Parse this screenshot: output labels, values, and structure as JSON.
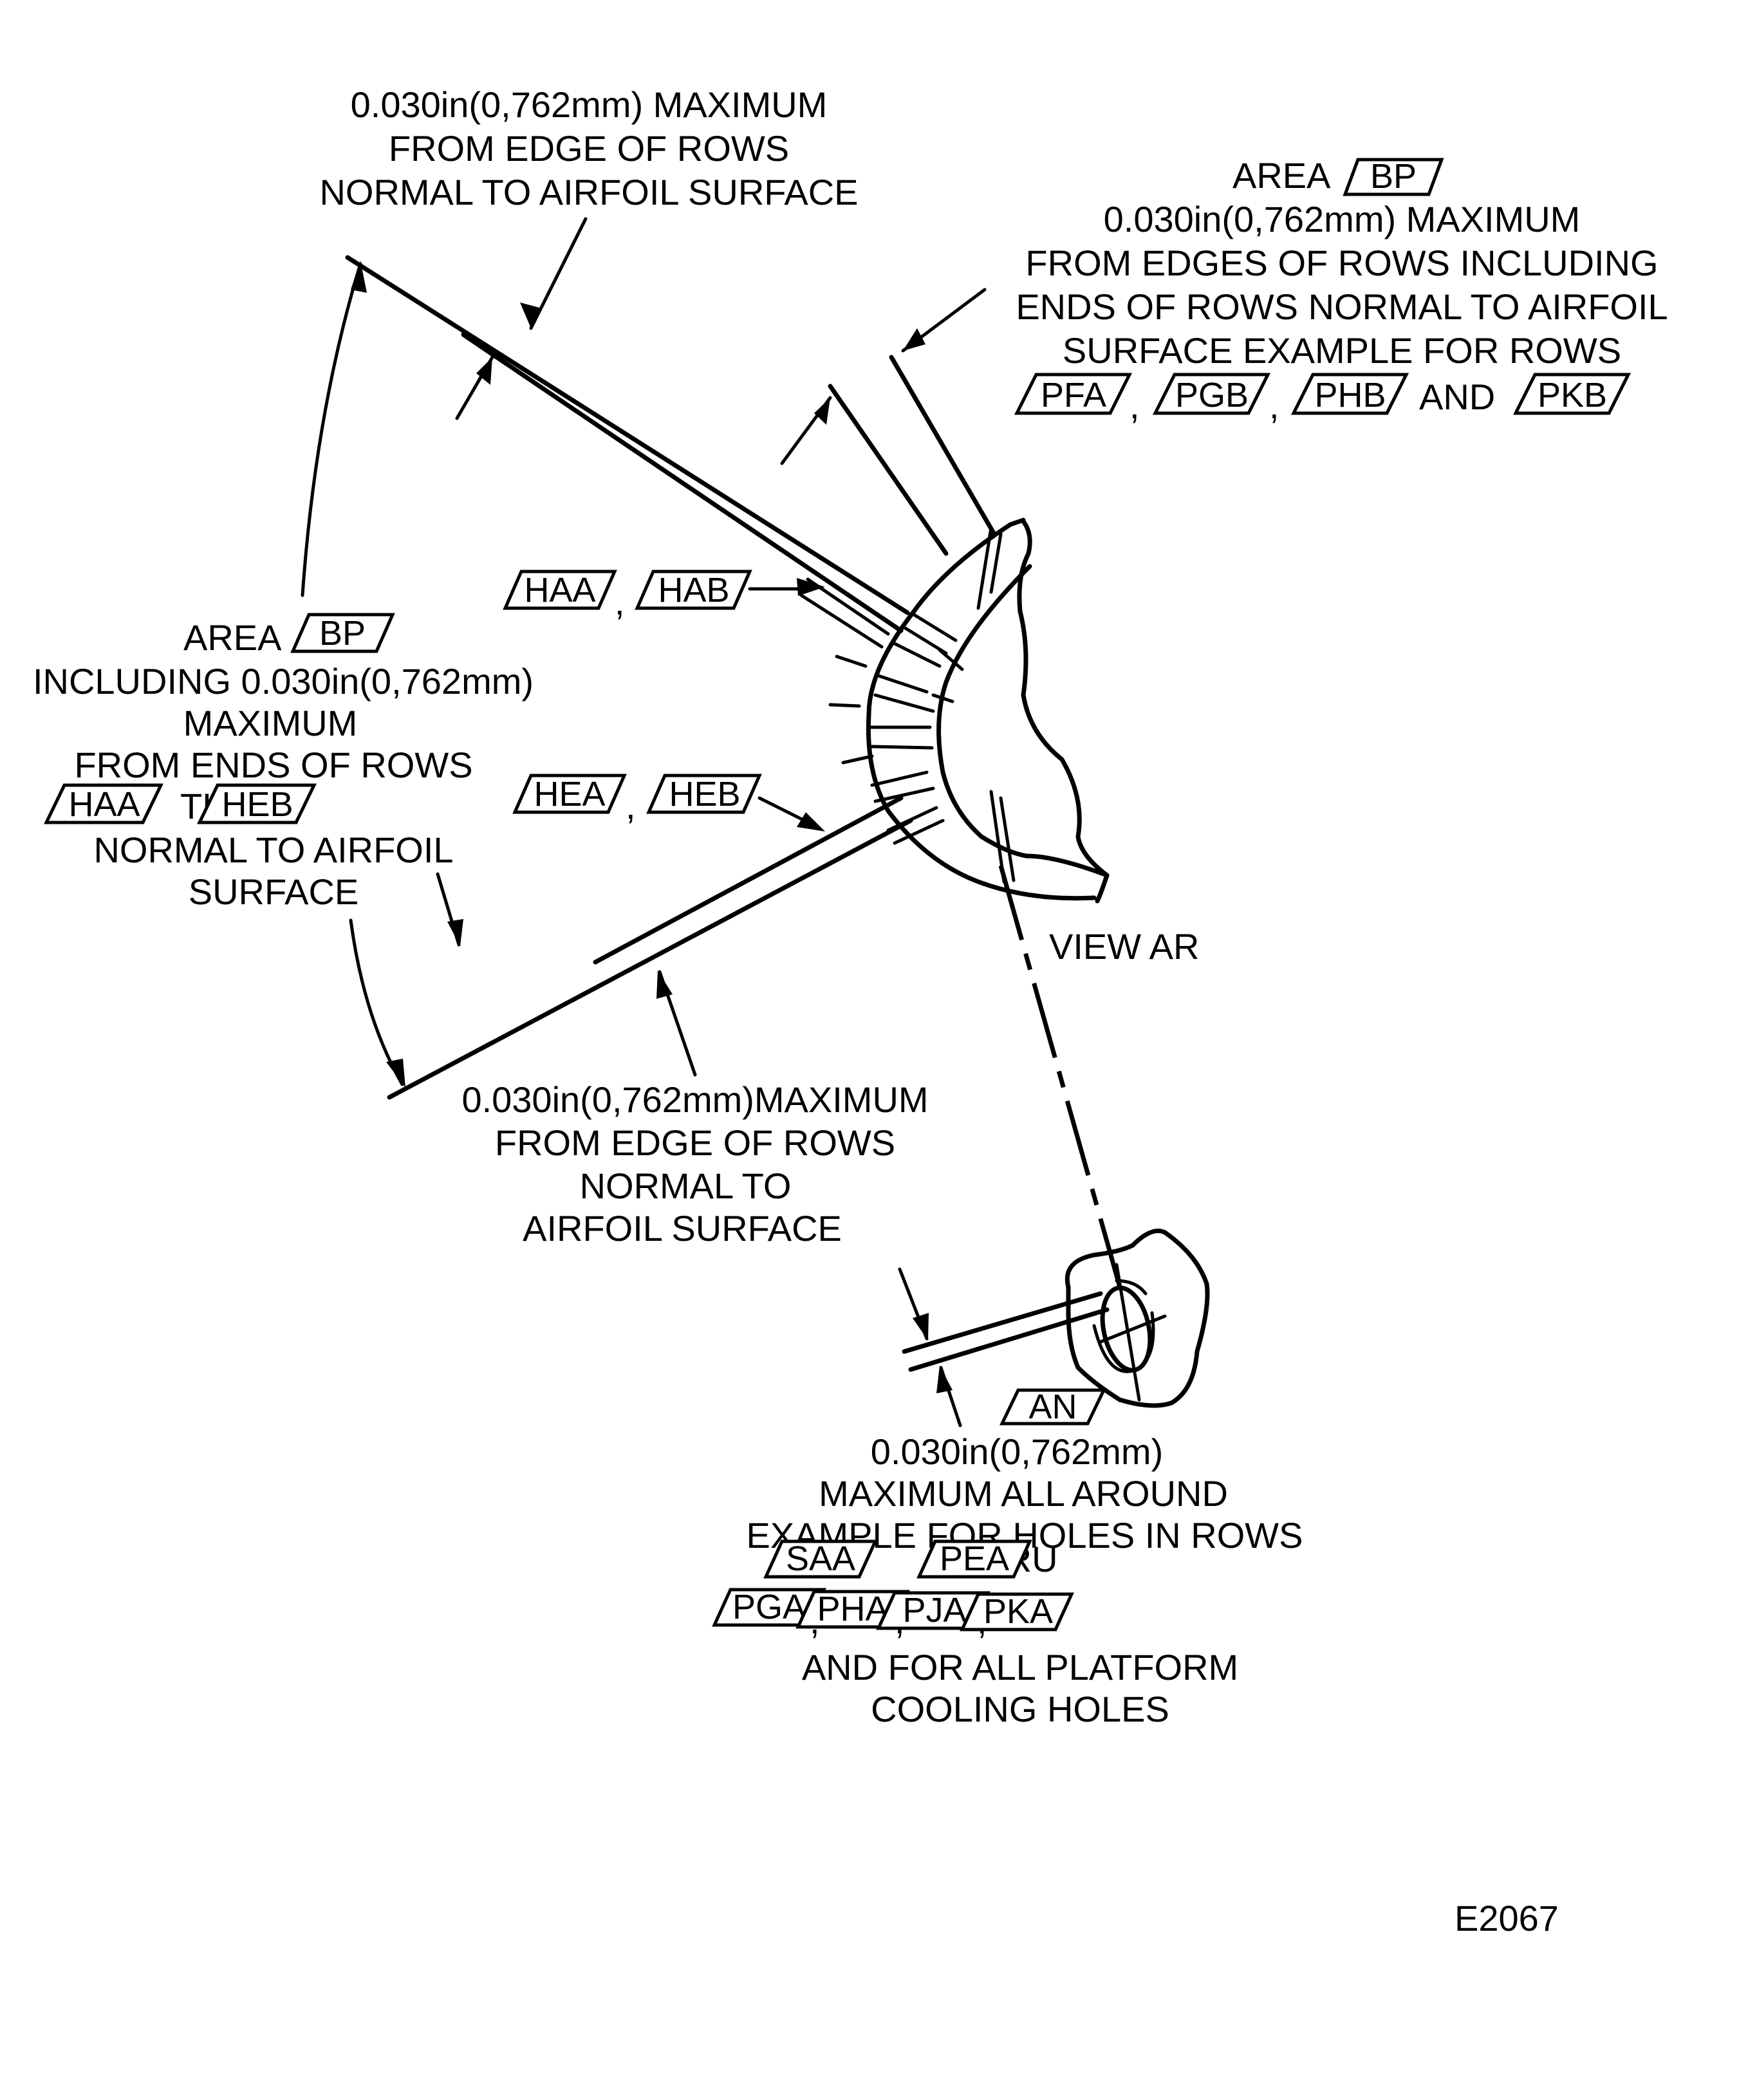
{
  "figure_id": "E2067",
  "view_label": "VIEW AR",
  "note_top_left": {
    "lines": [
      "0.030in(0,762mm) MAXIMUM",
      "FROM EDGE OF ROWS",
      "NORMAL TO AIRFOIL SURFACE"
    ]
  },
  "note_top_right": {
    "line1_prefix": "AREA",
    "line1_tag": "BP",
    "lines": [
      "0.030in(0,762mm) MAXIMUM",
      "FROM EDGES OF ROWS INCLUDING",
      "ENDS OF ROWS NORMAL TO AIRFOIL",
      "SURFACE EXAMPLE FOR ROWS"
    ],
    "tags": [
      "PFA",
      "PGB",
      "PHB",
      "PKB"
    ],
    "sep_comma": ",",
    "conj": "AND"
  },
  "note_left": {
    "line1_prefix": "AREA",
    "line1_tag": "BP",
    "lines": [
      "INCLUDING 0.030in(0,762mm)",
      "MAXIMUM",
      "FROM ENDS OF ROWS"
    ],
    "range_from": "HAA",
    "range_word": "THRU",
    "range_to": "HEB",
    "lines_after": [
      "NORMAL TO AIRFOIL",
      "SURFACE"
    ]
  },
  "callout_upper": {
    "tags": [
      "HAA",
      "HAB"
    ],
    "sep": ","
  },
  "callout_lower": {
    "tags": [
      "HEA",
      "HEB"
    ],
    "sep": ","
  },
  "note_bottom_center": {
    "lines": [
      "0.030in(0,762mm)MAXIMUM",
      "FROM EDGE OF ROWS",
      "NORMAL TO",
      "AIRFOIL SURFACE"
    ]
  },
  "note_hole": {
    "tag": "AN",
    "lines": [
      "0.030in(0,762mm)",
      "MAXIMUM ALL AROUND",
      "EXAMPLE FOR HOLES IN ROWS"
    ],
    "range_from": "SAA",
    "range_word": "THRU",
    "range_to": "PEA",
    "row_tags": [
      "PGA",
      "PHA",
      "PJA",
      "PKA"
    ],
    "sep": ",",
    "lines_after": [
      "AND FOR ALL PLATFORM",
      "COOLING HOLES"
    ]
  }
}
